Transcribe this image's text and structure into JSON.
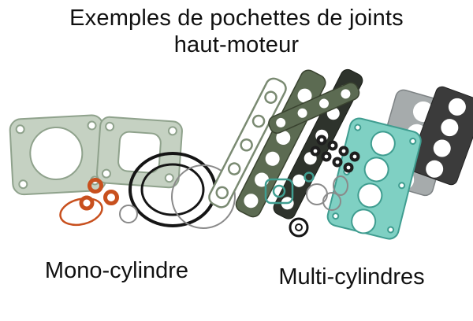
{
  "title": {
    "line1": "Exemples de pochettes de joints",
    "line2": "haut-moteur"
  },
  "captions": {
    "mono": "Mono-cylindre",
    "multi": "Multi-cylindres"
  },
  "colors": {
    "green": "#c5d1c2",
    "green-dark": "#8fa28c",
    "orange": "#c8501e",
    "black": "#151515",
    "dark-green": "#5c6b52",
    "teal": "#7fd0c3",
    "teal-dark": "#3f9d90"
  }
}
